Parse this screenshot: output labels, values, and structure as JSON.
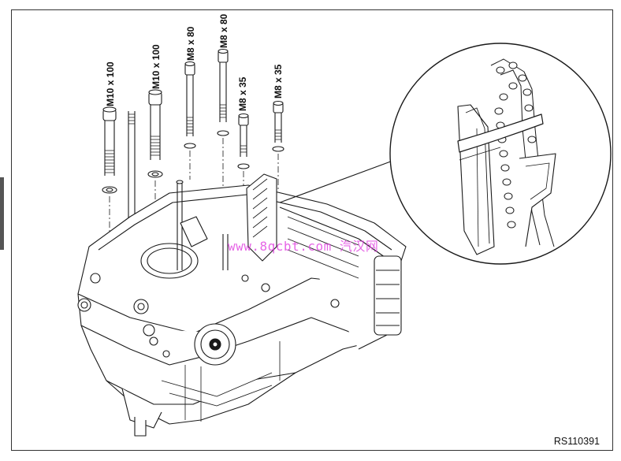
{
  "bolt_labels": [
    {
      "id": "b1",
      "text": "M10 x 100"
    },
    {
      "id": "b2",
      "text": "M10 x 100"
    },
    {
      "id": "b3",
      "text": "M8 x 80"
    },
    {
      "id": "b4",
      "text": "M8 x 80"
    },
    {
      "id": "b5",
      "text": "M8 x 35"
    },
    {
      "id": "b6",
      "text": "M8 x 35"
    }
  ],
  "reference_code": "RS110391",
  "watermark": "www.8qcbt.com 汽汉网",
  "colors": {
    "line": "#1a1a1a",
    "watermark": "#e040e0",
    "frame": "#333333"
  },
  "icons": [
    "engine-block-drawing",
    "timing-chain-detail-callout",
    "bolt-icon",
    "washer-icon"
  ]
}
